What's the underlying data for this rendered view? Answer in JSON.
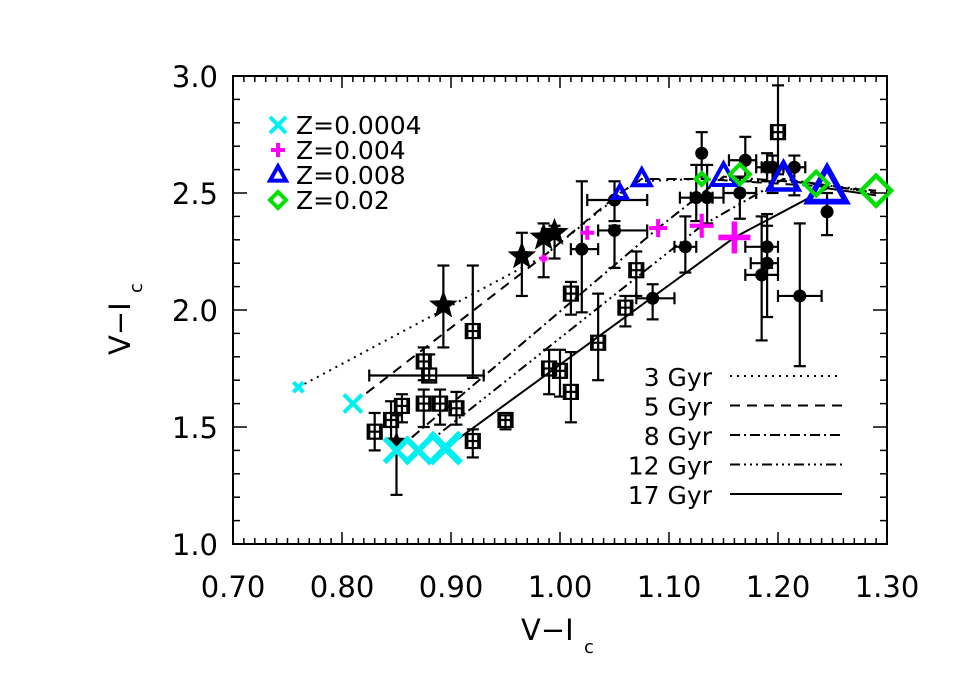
{
  "chart_data": {
    "type": "scatter",
    "title": "",
    "xlabel": "V−I",
    "xlabel_sub": "c",
    "ylabel": "V−I",
    "ylabel_sub": "c",
    "xlim": [
      0.7,
      1.3
    ],
    "ylim": [
      1.0,
      3.0
    ],
    "xticks": [
      "0.70",
      "0.80",
      "0.90",
      "1.00",
      "1.10",
      "1.20",
      "1.30"
    ],
    "yticks": [
      "1.0",
      "1.5",
      "2.0",
      "2.5",
      "3.0"
    ],
    "grid": false,
    "legend_position": "upper-left (metallicity) and lower-right (age)",
    "metallicity_legend": [
      {
        "label": "Z=0.0004",
        "marker": "x",
        "color": "#00f0f0"
      },
      {
        "label": "Z=0.004",
        "marker": "+",
        "color": "#ff00ff"
      },
      {
        "label": "Z=0.008",
        "marker": "triangle",
        "color": "#0000ff"
      },
      {
        "label": "Z=0.02",
        "marker": "diamond",
        "color": "#00e000"
      }
    ],
    "age_legend": [
      {
        "label": "3 Gyr",
        "dash": "2,5"
      },
      {
        "label": "5 Gyr",
        "dash": "10,7"
      },
      {
        "label": "8 Gyr",
        "dash": "10,4,2,4"
      },
      {
        "label": "12 Gyr",
        "dash": "10,4,2,4,2,4,2,4"
      },
      {
        "label": "17 Gyr",
        "dash": "none"
      }
    ],
    "isochrones": [
      {
        "age": "3 Gyr",
        "dash": "2,5",
        "points": [
          [
            0.76,
            1.67
          ],
          [
            0.985,
            2.23
          ],
          [
            1.07,
            2.55
          ],
          [
            1.13,
            2.56
          ],
          [
            1.21,
            2.55
          ],
          [
            1.29,
            2.51
          ]
        ]
      },
      {
        "age": "5 Gyr",
        "dash": "10,7",
        "points": [
          [
            0.81,
            1.6
          ],
          [
            0.985,
            2.23
          ],
          [
            1.055,
            2.5
          ],
          [
            1.075,
            2.56
          ],
          [
            1.13,
            2.56
          ],
          [
            1.235,
            2.53
          ],
          [
            1.29,
            2.51
          ]
        ]
      },
      {
        "age": "8 Gyr",
        "dash": "10,4,2,4",
        "points": [
          [
            0.85,
            1.4
          ],
          [
            1.09,
            2.35
          ],
          [
            1.15,
            2.57
          ],
          [
            1.235,
            2.54
          ],
          [
            1.29,
            2.5
          ]
        ]
      },
      {
        "age": "12 Gyr",
        "dash": "10,4,2,4,2,4,2,4",
        "points": [
          [
            0.87,
            1.4
          ],
          [
            1.13,
            2.36
          ],
          [
            1.205,
            2.56
          ],
          [
            1.235,
            2.54
          ],
          [
            1.29,
            2.5
          ]
        ]
      },
      {
        "age": "17 Gyr",
        "dash": "none",
        "points": [
          [
            0.895,
            1.41
          ],
          [
            1.16,
            2.31
          ],
          [
            1.245,
            2.52
          ],
          [
            1.29,
            2.49
          ]
        ]
      }
    ],
    "model_markers": [
      {
        "z": "Z=0.0004",
        "marker": "x",
        "color": "#00f0f0",
        "points": [
          [
            0.76,
            1.67,
            5
          ],
          [
            0.81,
            1.6,
            9
          ],
          [
            0.85,
            1.4,
            12
          ],
          [
            0.87,
            1.4,
            13
          ],
          [
            0.895,
            1.41,
            15
          ]
        ]
      },
      {
        "z": "Z=0.004",
        "marker": "+",
        "color": "#ff00ff",
        "points": [
          [
            0.985,
            2.22,
            4
          ],
          [
            1.025,
            2.33,
            7
          ],
          [
            1.09,
            2.35,
            9
          ],
          [
            1.13,
            2.36,
            12
          ],
          [
            1.16,
            2.31,
            16
          ]
        ]
      },
      {
        "z": "Z=0.008",
        "marker": "triangle",
        "color": "#0000ff",
        "points": [
          [
            1.055,
            2.5,
            7
          ],
          [
            1.075,
            2.56,
            9
          ],
          [
            1.15,
            2.57,
            12
          ],
          [
            1.205,
            2.56,
            15
          ],
          [
            1.245,
            2.52,
            19
          ]
        ]
      },
      {
        "z": "Z=0.02",
        "marker": "diamond",
        "color": "#00e000",
        "points": [
          [
            1.13,
            2.56,
            6
          ],
          [
            1.165,
            2.58,
            10
          ],
          [
            1.235,
            2.54,
            12
          ],
          [
            1.29,
            2.51,
            15
          ]
        ]
      }
    ],
    "observed_stars": [
      {
        "x": 0.893,
        "y": 2.02,
        "yerr": [
          1.84,
          2.19
        ],
        "size": 15
      },
      {
        "x": 0.965,
        "y": 2.23,
        "yerr": [
          2.06,
          2.33
        ],
        "size": 15
      },
      {
        "x": 0.985,
        "y": 2.31,
        "yerr": [
          2.14,
          2.37
        ],
        "size": 15
      },
      {
        "x": 0.995,
        "y": 2.33,
        "yerr": [
          2.22,
          2.36
        ],
        "size": 15
      },
      {
        "x": 0.85,
        "y": 1.44,
        "yerr": [
          1.21,
          1.55
        ],
        "size": 10
      }
    ],
    "observed_filled_circles": [
      {
        "x": 1.02,
        "y": 2.26,
        "xerr": [
          1.01,
          1.035
        ],
        "yerr": [
          1.99,
          2.55
        ]
      },
      {
        "x": 1.05,
        "y": 2.34,
        "xerr": [
          1.035,
          1.08
        ],
        "yerr": [
          2.18,
          2.36
        ]
      },
      {
        "x": 1.05,
        "y": 2.47,
        "xerr": [
          1.025,
          1.08
        ],
        "yerr": [
          2.38,
          2.55
        ]
      },
      {
        "x": 1.085,
        "y": 2.05,
        "xerr": [
          1.07,
          1.105
        ],
        "yerr": [
          1.96,
          2.11
        ]
      },
      {
        "x": 1.115,
        "y": 2.27,
        "xerr": [
          1.105,
          1.125
        ],
        "yerr": [
          2.16,
          2.4
        ]
      },
      {
        "x": 1.125,
        "y": 2.48,
        "xerr": [
          1.11,
          1.14
        ],
        "yerr": [
          2.38,
          2.62
        ]
      },
      {
        "x": 1.135,
        "y": 2.48,
        "xerr": [
          1.12,
          1.15
        ],
        "yerr": [
          2.37,
          2.62
        ]
      },
      {
        "x": 1.13,
        "y": 2.67,
        "xerr": [
          1.13,
          1.13
        ],
        "yerr": [
          2.57,
          2.76
        ]
      },
      {
        "x": 1.165,
        "y": 2.5,
        "xerr": [
          1.15,
          1.18
        ],
        "yerr": [
          2.39,
          2.57
        ]
      },
      {
        "x": 1.17,
        "y": 2.64,
        "xerr": [
          1.155,
          1.18
        ],
        "yerr": [
          2.55,
          2.74
        ]
      },
      {
        "x": 1.19,
        "y": 2.61,
        "xerr": [
          1.18,
          1.2
        ],
        "yerr": [
          2.55,
          2.67
        ]
      },
      {
        "x": 1.195,
        "y": 2.61,
        "xerr": [
          1.185,
          1.205
        ],
        "yerr": [
          2.5,
          2.66
        ]
      },
      {
        "x": 1.215,
        "y": 2.61,
        "xerr": [
          1.205,
          1.225
        ],
        "yerr": [
          2.49,
          2.66
        ]
      },
      {
        "x": 1.245,
        "y": 2.42,
        "xerr": [
          1.245,
          1.245
        ],
        "yerr": [
          2.32,
          2.5
        ]
      },
      {
        "x": 1.19,
        "y": 2.27,
        "xerr": [
          1.17,
          1.2
        ],
        "yerr": [
          2.18,
          2.36
        ]
      },
      {
        "x": 1.19,
        "y": 2.2,
        "xerr": [
          1.175,
          1.2
        ],
        "yerr": [
          1.97,
          2.41
        ]
      },
      {
        "x": 1.185,
        "y": 2.15,
        "xerr": [
          1.17,
          1.2
        ],
        "yerr": [
          1.87,
          2.4
        ]
      },
      {
        "x": 1.22,
        "y": 2.06,
        "xerr": [
          1.2,
          1.24
        ],
        "yerr": [
          1.76,
          2.37
        ]
      }
    ],
    "observed_open_squares": [
      {
        "x": 0.83,
        "y": 1.48,
        "xerr": [
          0.825,
          0.835
        ],
        "yerr": [
          1.4,
          1.56
        ]
      },
      {
        "x": 0.845,
        "y": 1.53,
        "xerr": [
          0.84,
          0.85
        ],
        "yerr": [
          1.45,
          1.61
        ]
      },
      {
        "x": 0.855,
        "y": 1.59,
        "xerr": [
          0.85,
          0.86
        ],
        "yerr": [
          1.52,
          1.64
        ]
      },
      {
        "x": 0.875,
        "y": 1.78,
        "xerr": [
          0.87,
          0.88
        ],
        "yerr": [
          1.7,
          1.84
        ]
      },
      {
        "x": 0.88,
        "y": 1.72,
        "xerr": [
          0.825,
          0.93
        ],
        "yerr": [
          1.7,
          1.81
        ]
      },
      {
        "x": 0.875,
        "y": 1.6,
        "xerr": [
          0.87,
          0.88
        ],
        "yerr": [
          1.5,
          1.66
        ]
      },
      {
        "x": 0.89,
        "y": 1.6,
        "xerr": [
          0.885,
          0.895
        ],
        "yerr": [
          1.51,
          1.66
        ]
      },
      {
        "x": 0.905,
        "y": 1.58,
        "xerr": [
          0.9,
          0.91
        ],
        "yerr": [
          1.51,
          1.65
        ]
      },
      {
        "x": 0.92,
        "y": 1.44,
        "xerr": [
          0.915,
          0.925
        ],
        "yerr": [
          1.37,
          1.49
        ]
      },
      {
        "x": 0.92,
        "y": 1.91,
        "xerr": [
          0.915,
          0.925
        ],
        "yerr": [
          1.71,
          2.19
        ]
      },
      {
        "x": 0.95,
        "y": 1.53,
        "xerr": [
          0.945,
          0.955
        ],
        "yerr": [
          1.49,
          1.55
        ]
      },
      {
        "x": 0.99,
        "y": 1.75,
        "xerr": [
          0.985,
          0.995
        ],
        "yerr": [
          1.64,
          1.83
        ]
      },
      {
        "x": 1.0,
        "y": 1.74,
        "xerr": [
          0.995,
          1.005
        ],
        "yerr": [
          1.63,
          1.83
        ]
      },
      {
        "x": 1.01,
        "y": 1.65,
        "xerr": [
          1.005,
          1.015
        ],
        "yerr": [
          1.52,
          1.82
        ]
      },
      {
        "x": 1.01,
        "y": 2.07,
        "xerr": [
          1.005,
          1.015
        ],
        "yerr": [
          1.98,
          2.12
        ]
      },
      {
        "x": 1.035,
        "y": 1.86,
        "xerr": [
          1.03,
          1.04
        ],
        "yerr": [
          1.7,
          2.07
        ]
      },
      {
        "x": 1.06,
        "y": 2.01,
        "xerr": [
          1.055,
          1.065
        ],
        "yerr": [
          1.93,
          2.06
        ]
      },
      {
        "x": 1.07,
        "y": 2.17,
        "xerr": [
          1.065,
          1.075
        ],
        "yerr": [
          2.06,
          2.25
        ]
      },
      {
        "x": 1.2,
        "y": 2.76,
        "xerr": [
          1.195,
          1.205
        ],
        "yerr": [
          2.58,
          2.96
        ]
      }
    ]
  },
  "axes": {
    "x_title_main": "V−I",
    "x_title_sub": "c",
    "y_title_main": "V−I",
    "y_title_sub": "c"
  }
}
